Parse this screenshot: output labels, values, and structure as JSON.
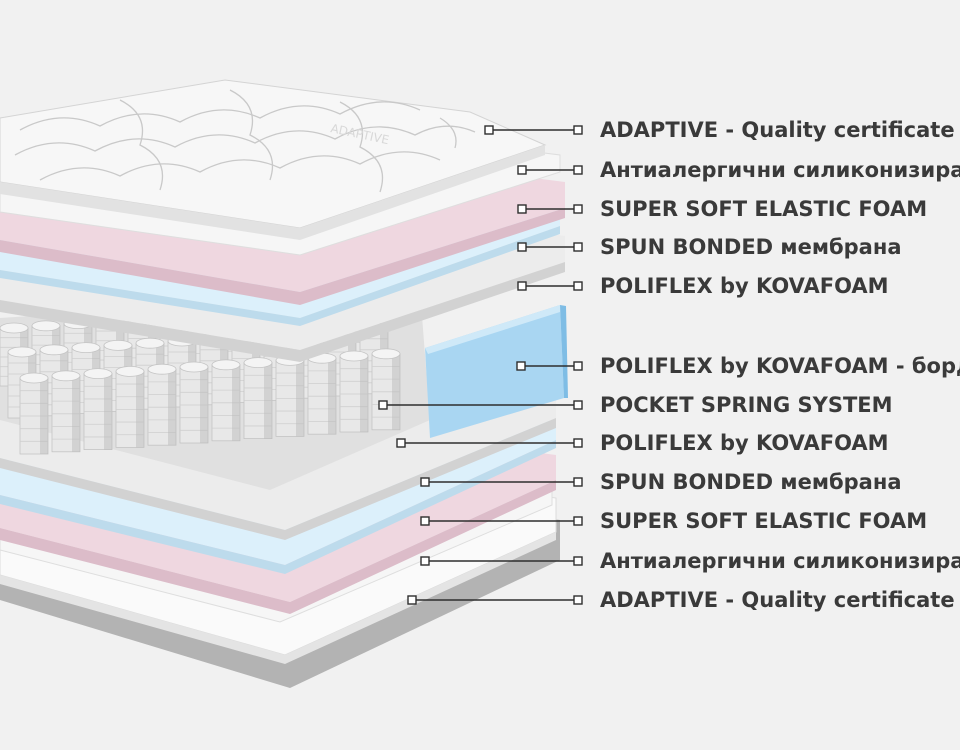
{
  "palette": {
    "background": "#f1f1f1",
    "quilt_top": "#f7f7f7",
    "quilt_seam": "#c9c9c9",
    "white_layer": "#fafafa",
    "white_edge": "#dcdcdc",
    "pink_layer": "#efd7e0",
    "pink_edge": "#dcbcc9",
    "blue_layer": "#dcf0fb",
    "blue_edge": "#bddbec",
    "grey_layer": "#ececec",
    "grey_edge": "#d2d2d2",
    "spring": "#e8e8e8",
    "spring_shadow": "#b9b9b9",
    "edge_block": "#a9d6f2",
    "edge_block_side": "#7fbde5",
    "bottom_shadow": "#b3b3b3",
    "label_text": "#3a3a3a",
    "leader_line": "#2e2e2e"
  },
  "quilt_logo": "ADAPTIVE",
  "labels": [
    "ADAPTIVE - Quality certificate textile",
    "Антиалергични силиконизирани влакна",
    "SUPER SOFT ELASTIC FOAM",
    "SPUN BONDED мембрана",
    "POLIFLEX by KOVAFOAM",
    "POLIFLEX by KOVAFOAM - борд",
    "POCKET SPRING SYSTEM",
    "POLIFLEX by KOVAFOAM",
    "SPUN BONDED мембрана",
    "SUPER SOFT ELASTIC FOAM",
    "Антиалергични силиконизирани влакна",
    "ADAPTIVE - Quality certificate textile"
  ]
}
